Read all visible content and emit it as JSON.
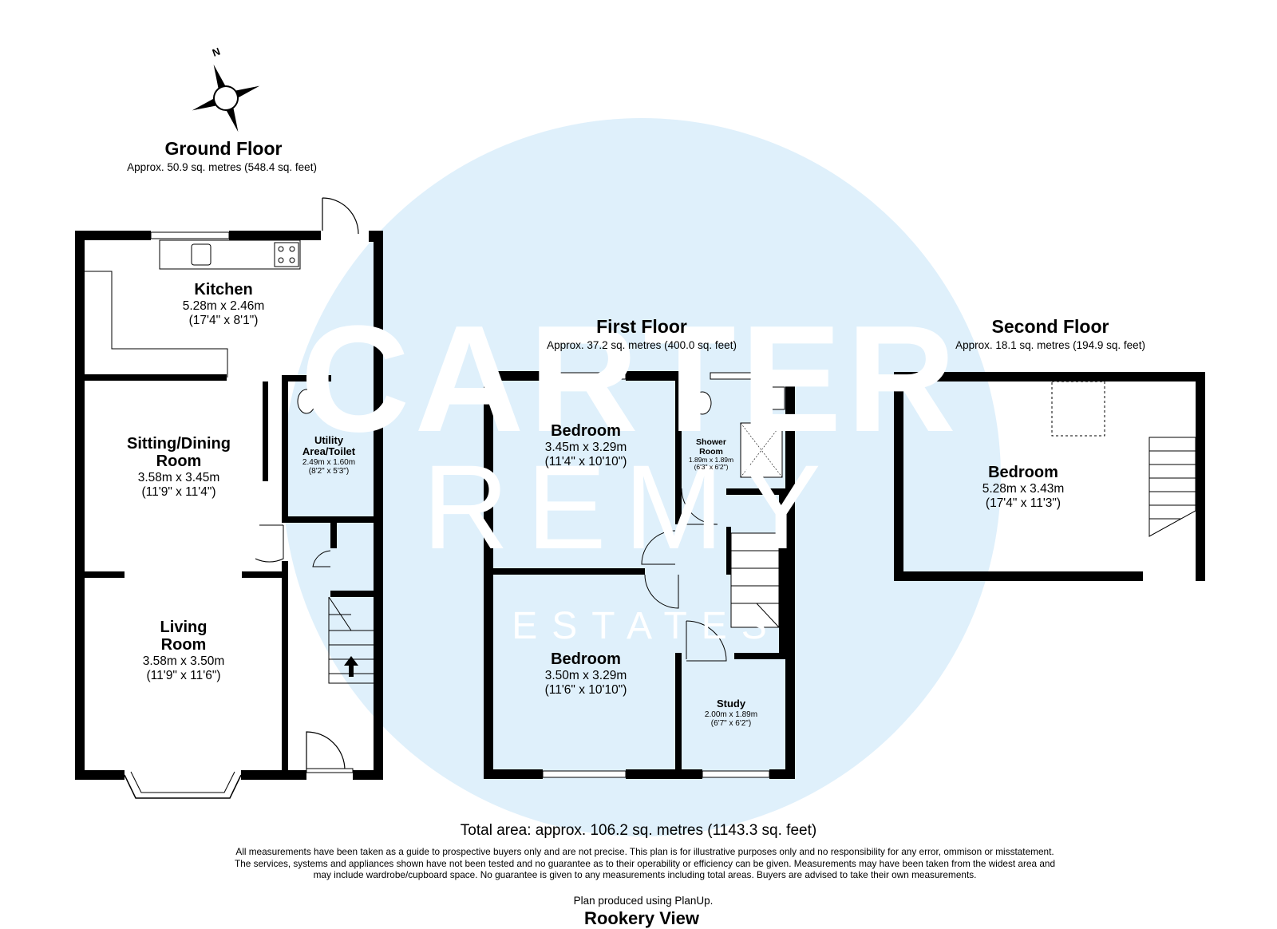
{
  "brand": {
    "watermark_line1": "CARTER",
    "watermark_line2": "REMY",
    "watermark_line3": "ESTATES",
    "circle_color": "#dff0fb"
  },
  "compass": {
    "label": "N",
    "icon": "compass-rose-icon"
  },
  "colors": {
    "wall": "#000000",
    "background": "#ffffff"
  },
  "floors": {
    "ground": {
      "title": "Ground Floor",
      "area": "Approx. 50.9 sq. metres (548.4 sq. feet)",
      "rooms": {
        "kitchen": {
          "name": "Kitchen",
          "metric": "5.28m x 2.46m",
          "imperial": "(17'4\" x 8'1\")"
        },
        "sitting": {
          "name_line1": "Sitting/Dining",
          "name_line2": "Room",
          "metric": "3.58m x 3.45m",
          "imperial": "(11'9\" x 11'4\")"
        },
        "utility": {
          "name_line1": "Utility",
          "name_line2": "Area/Toilet",
          "metric": "2.49m x 1.60m",
          "imperial": "(8'2\" x 5'3\")"
        },
        "living": {
          "name_line1": "Living",
          "name_line2": "Room",
          "metric": "3.58m x 3.50m",
          "imperial": "(11'9\" x 11'6\")"
        }
      }
    },
    "first": {
      "title": "First Floor",
      "area": "Approx. 37.2 sq. metres (400.0 sq. feet)",
      "rooms": {
        "bedroom1": {
          "name": "Bedroom",
          "metric": "3.45m x 3.29m",
          "imperial": "(11'4\" x 10'10\")"
        },
        "shower": {
          "name_line1": "Shower",
          "name_line2": "Room",
          "metric": "1.89m x 1.89m",
          "imperial": "(6'3\" x 6'2\")"
        },
        "bedroom2": {
          "name": "Bedroom",
          "metric": "3.50m x 3.29m",
          "imperial": "(11'6\" x 10'10\")"
        },
        "study": {
          "name": "Study",
          "metric": "2.00m x 1.89m",
          "imperial": "(6'7\" x 6'2\")"
        }
      }
    },
    "second": {
      "title": "Second Floor",
      "area": "Approx. 18.1 sq. metres (194.9 sq. feet)",
      "rooms": {
        "bedroom": {
          "name": "Bedroom",
          "metric": "5.28m x 3.43m",
          "imperial": "(17'4\" x 11'3\")"
        }
      }
    }
  },
  "footer": {
    "total": "Total area: approx. 106.2 sq. metres (1143.3 sq. feet)",
    "disclaimer": "All measurements have been taken as a guide to prospective buyers only and are not precise. This plan is for illustrative purposes only and no responsibility for any error, ommison or misstatement. The services, systems and appliances shown have not been tested and no guarantee as to their operability or efficiency can be given. Measurements may have been taken from the widest area and may include wardrobe/cupboard space. No guarantee is given to any measurements including total areas. Buyers are advised to take their own measurements.",
    "produced": "Plan produced using PlanUp.",
    "address": "Rookery View"
  }
}
